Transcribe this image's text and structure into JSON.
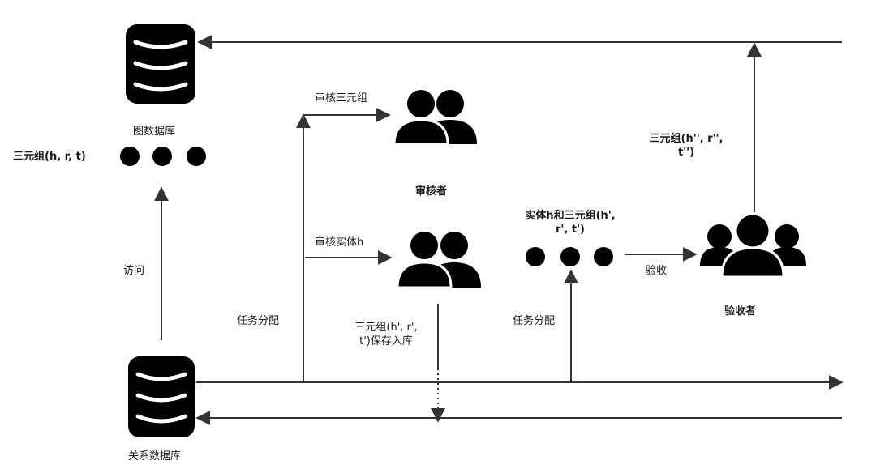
{
  "nodes": {
    "graph_db": {
      "label": "图数据库"
    },
    "relational_db": {
      "label": "关系数据库"
    },
    "reviewer": {
      "label": "审核者"
    },
    "acceptor": {
      "label": "验收者"
    }
  },
  "annotations": {
    "triple_left": "三元组(h, r, t)",
    "access": "访问",
    "review_triple": "审核三元组",
    "review_entity": "审核实体h",
    "task_assign_left": "任务分配",
    "triple_save_line1": "三元组(h', r',",
    "triple_save_line2": "t')保存入库",
    "entity_triple_line1": "实体h和三元组(h',",
    "entity_triple_line2": "r',  t')",
    "task_assign_right": "任务分配",
    "accept": "验收",
    "triple_final_line1": "三元组(h'',  r'',",
    "triple_final_line2": "t'')"
  },
  "colors": {
    "ink": "#000000",
    "line": "#333333",
    "text": "#1a1a1a"
  },
  "icons": [
    "database-icon",
    "users-icon",
    "user-group-icon",
    "dot-icon"
  ]
}
